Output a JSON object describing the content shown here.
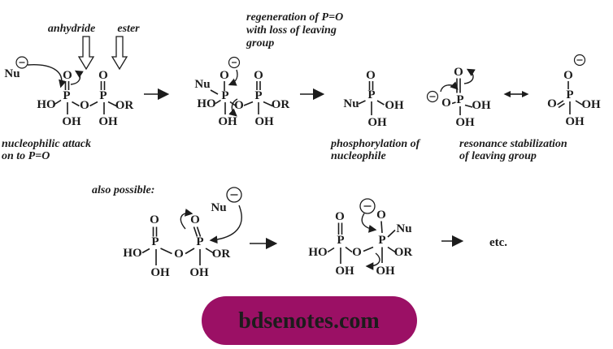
{
  "colors": {
    "ink": "#1c1c1c",
    "badge_bg": "#9b1065",
    "badge_fg": "#ffffff"
  },
  "atoms": {
    "O": "O",
    "P": "P",
    "OH": "OH",
    "HO": "HO",
    "OR": "OR",
    "Nu": "Nu"
  },
  "labels": {
    "anhydride": "anhydride",
    "ester": "ester",
    "regeneration_1": "regeneration of P=O",
    "regeneration_2": "with loss of leaving",
    "regeneration_3": "group",
    "nucleophilic_1": "nucleophilic attack",
    "nucleophilic_2": "on to P=O",
    "phosphorylation_1": "phosphorylation of",
    "phosphorylation_2": "nucleophile",
    "resonance_1": "resonance stabilization",
    "resonance_2": "of leaving group",
    "also_possible": "also possible:",
    "etc": "etc."
  },
  "badge": {
    "text": "bdsenotes.com"
  }
}
